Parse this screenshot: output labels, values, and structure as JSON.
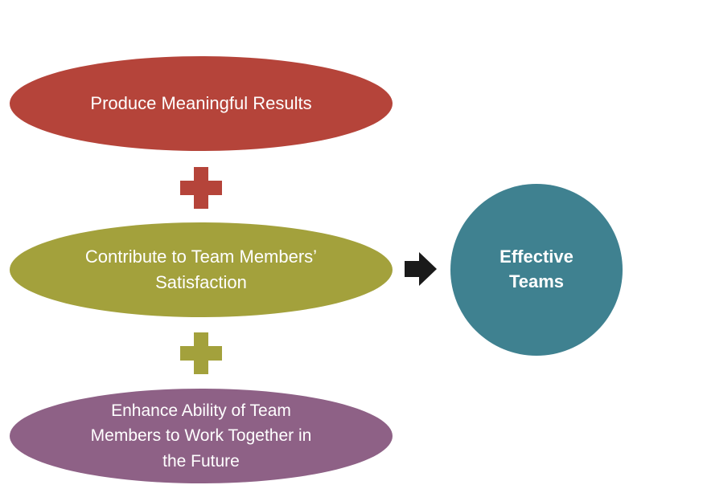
{
  "diagram": {
    "nodes": {
      "results": {
        "label": "Produce Meaningful Results",
        "color": "#B5443A"
      },
      "satisfaction": {
        "label": "Contribute to Team Members’\nSatisfaction",
        "color": "#A3A13C"
      },
      "ability": {
        "label": "Enhance Ability of Team\nMembers to Work Together in\nthe Future",
        "color": "#8E6186"
      },
      "outcome": {
        "label": "Effective\nTeams",
        "color": "#3F8190"
      }
    },
    "operators": {
      "plus_1": {
        "symbol": "plus",
        "color": "#B5443A"
      },
      "plus_2": {
        "symbol": "plus",
        "color": "#A3A13C"
      },
      "arrow": {
        "symbol": "arrow-right",
        "color": "#1a1a1a"
      }
    }
  }
}
